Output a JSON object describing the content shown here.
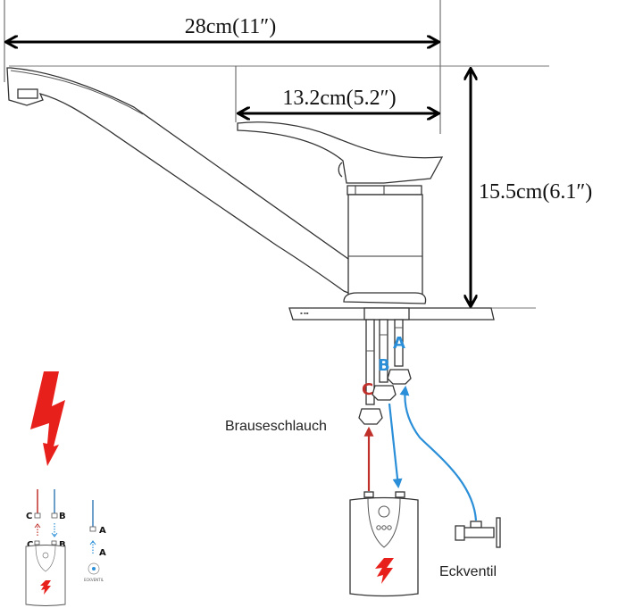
{
  "dimensions": {
    "total_length": "28cm(11″)",
    "spout_reach": "13.2cm(5.2″)",
    "height": "15.5cm(6.1″)"
  },
  "labels": {
    "shower_hose": "Brauseschlauch",
    "angle_valve": "Eckventil"
  },
  "connections": {
    "a": "A",
    "b": "B",
    "c": "C"
  },
  "legend": {
    "c": "C",
    "b": "B",
    "a": "A",
    "c2": "C",
    "b2": "B",
    "a2": "A",
    "angle_valve": "ECKVENTIL"
  },
  "colors": {
    "hot": "#c0302b",
    "cold": "#2a8fd8",
    "warning": "#e8201c"
  }
}
